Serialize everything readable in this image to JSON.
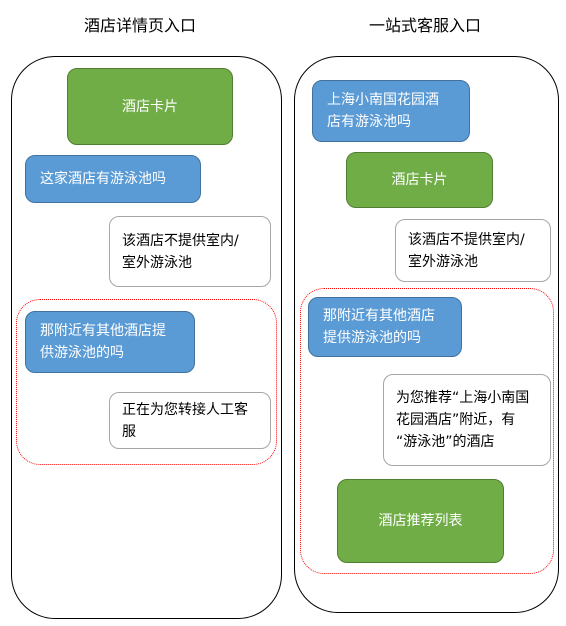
{
  "left": {
    "title": "酒店详情页入口",
    "hotel_card": "酒店卡片",
    "user_q1": "这家酒店有游泳池吗",
    "reply1": "该酒店不提供室内/\n室外游泳池",
    "user_q2": "那附近有其他酒店提\n供游泳池的吗",
    "reply2": "正在为您转接人工客\n服"
  },
  "right": {
    "title": "一站式客服入口",
    "user_q1": "上海小南国花园酒\n店有游泳池吗",
    "hotel_card": "酒店卡片",
    "reply1": "该酒店不提供室内/\n室外游泳池",
    "user_q2": "那附近有其他酒店\n提供游泳池的吗",
    "reply2": "为您推荐“上海小南国\n花园酒店”附近，有\n“游泳池”的酒店",
    "list_card": "酒店推荐列表"
  },
  "colors": {
    "green": "#70ad47",
    "blue": "#5b9bd5",
    "highlight": "#ff0000"
  }
}
